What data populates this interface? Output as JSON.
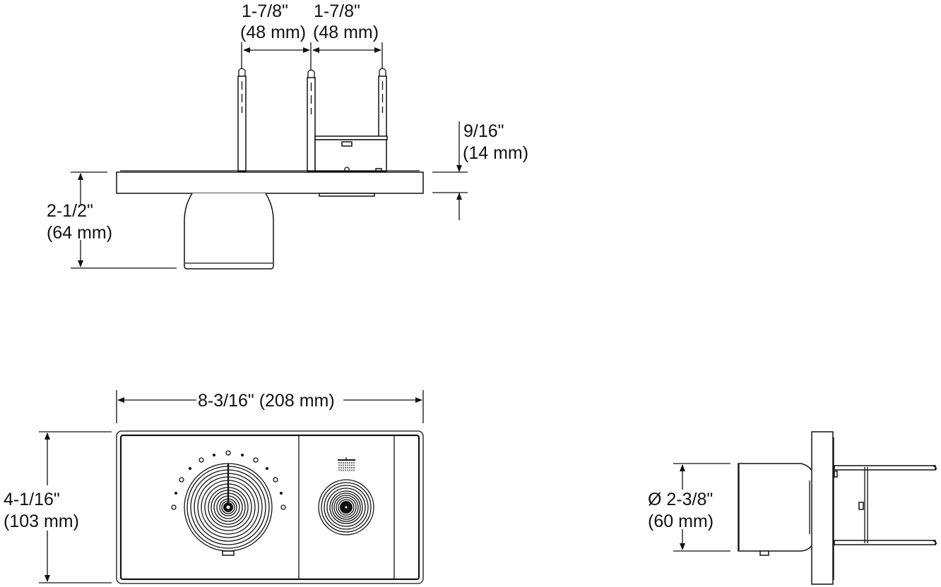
{
  "diagram": {
    "views": {
      "top_view": {
        "dimensions": {
          "stem_spacing_left": {
            "imperial": "1-7/8\"",
            "metric": "(48 mm)"
          },
          "stem_spacing_right": {
            "imperial": "1-7/8\"",
            "metric": "(48 mm)"
          },
          "plate_thickness": {
            "imperial": "9/16\"",
            "metric": "(14 mm)"
          },
          "projection": {
            "imperial": "2-1/2\"",
            "metric": "(64 mm)"
          }
        }
      },
      "front_view": {
        "dimensions": {
          "width": {
            "label": "8-3/16\" (208 mm)"
          },
          "height": {
            "imperial": "4-1/16\"",
            "metric": "(103 mm)"
          }
        },
        "icons": [
          "temperature-dial",
          "shower-head-icon",
          "flow-dial"
        ]
      },
      "side_view": {
        "dimensions": {
          "diameter": {
            "imperial": "Ø 2-3/8\"",
            "metric": "(60 mm)"
          }
        }
      }
    }
  }
}
